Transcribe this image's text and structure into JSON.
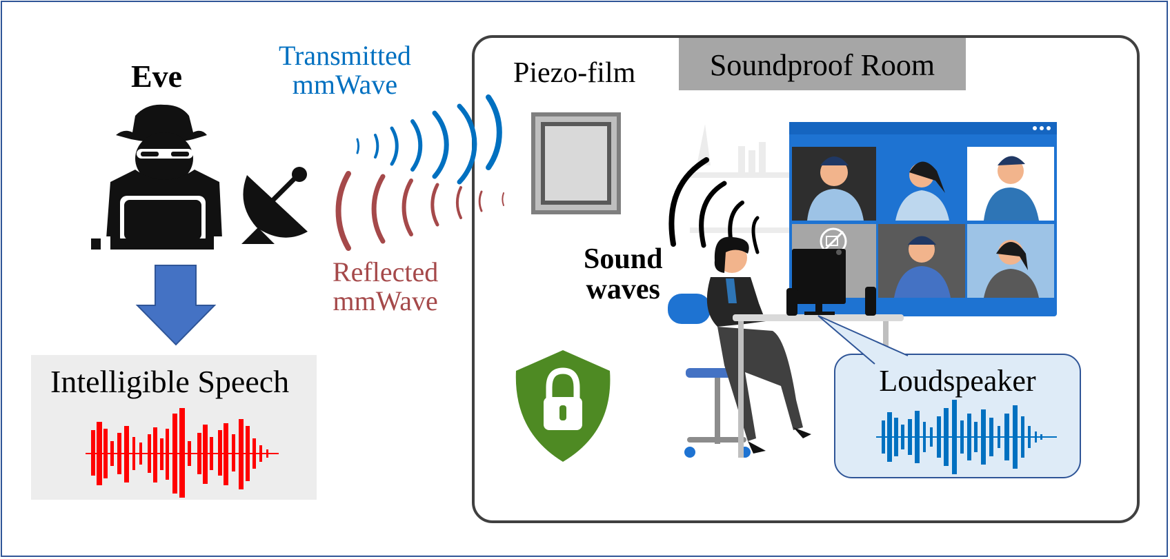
{
  "labels": {
    "eve": "Eve",
    "transmitted_line1": "Transmitted",
    "transmitted_line2": "mmWave",
    "reflected_line1": "Reflected",
    "reflected_line2": "mmWave",
    "piezo": "Piezo-film",
    "room": "Soundproof Room",
    "sound_line1": "Sound",
    "sound_line2": "waves",
    "speech": "Intelligible Speech",
    "loudspeaker": "Loudspeaker"
  },
  "colors": {
    "frame": "#2f5597",
    "transmitted": "#0070c0",
    "reflected": "#a5494a",
    "arrow": "#4472c4",
    "speech_wave": "#ff0000",
    "loudspeaker_wave": "#0070c0",
    "shield": "#4e8a23"
  },
  "icons": {
    "eve": "hacker-icon",
    "radar": "satellite-dish-icon",
    "lock": "shield-lock-icon"
  }
}
